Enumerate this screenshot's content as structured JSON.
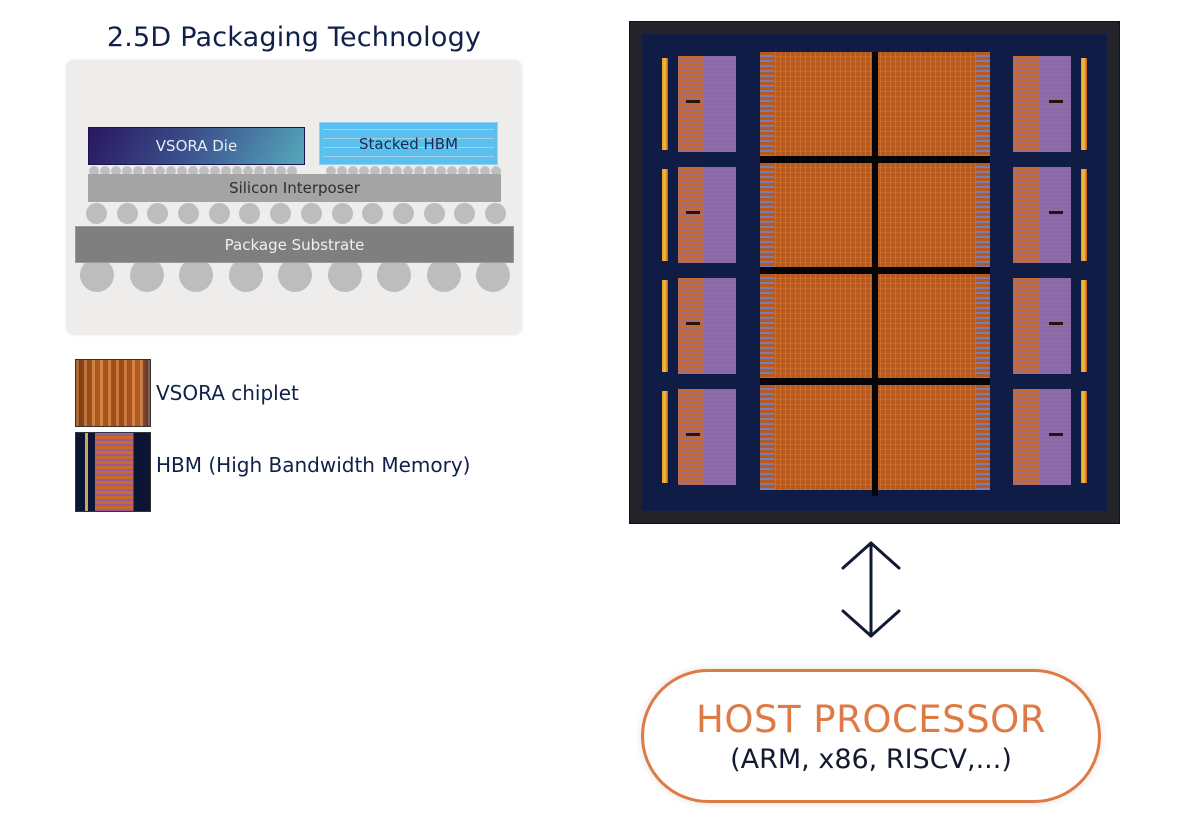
{
  "packaging": {
    "title": "2.5D Packaging Technology",
    "layers": {
      "vsora_die": "VSORA Die",
      "stacked_hbm": "Stacked HBM",
      "interposer": "Silicon Interposer",
      "substrate": "Package Substrate"
    },
    "colors": {
      "die_gradient_start": "#2a1660",
      "die_gradient_end": "#56a8bc",
      "hbm": "#5bbff0",
      "interposer": "#a4a4a4",
      "substrate": "#7f7f7f",
      "bumps": "#bdbdbd",
      "panel": "#efecec"
    }
  },
  "legend": [
    {
      "label": "VSORA chiplet",
      "icon": "vsora-chiplet-swatch"
    },
    {
      "label": "HBM (High Bandwidth Memory)",
      "icon": "hbm-swatch"
    }
  ],
  "die_image": {
    "description": "Chip die photo: 8 VSORA chiplets (4x2 center) flanked by 8 HBM stacks (4 per side)",
    "chiplet_rows": 4,
    "chiplet_cols": 2,
    "hbm_per_side": 4
  },
  "connection": {
    "icon": "bidirectional-arrow"
  },
  "host": {
    "title": "HOST PROCESSOR",
    "subtitle": "(ARM, x86, RISCV,...)",
    "accent": "#e07a44"
  }
}
